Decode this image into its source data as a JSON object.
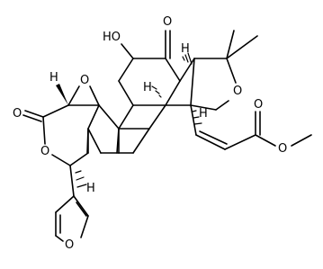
{
  "labels": {
    "ketone_o": "O",
    "hydroxyl": "HO",
    "epoxide_o": "O",
    "thf_o": "O",
    "lactone_carbonyl_o": "O",
    "lactone_ring_o": "O",
    "ester_carbonyl_o": "O",
    "ester_ether_o": "O",
    "furan_o": "O",
    "h_epoxide": "H",
    "h_c8": "H",
    "h_c17": "H",
    "h_c9": "H",
    "h_c1": "H"
  }
}
